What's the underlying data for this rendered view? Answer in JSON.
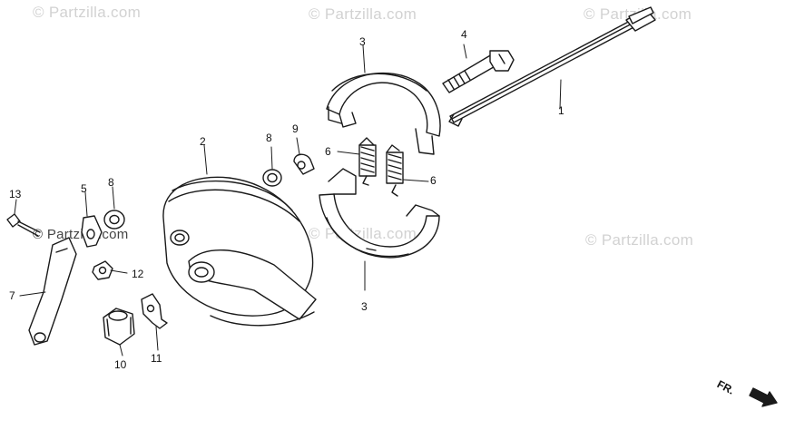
{
  "watermark": "© Partzilla.com",
  "watermark_text": "© Partzilla.com",
  "direction_label": "FR.",
  "callouts": {
    "c1": "1",
    "c2": "2",
    "c3a": "3",
    "c3b": "3",
    "c4": "4",
    "c5": "5",
    "c6a": "6",
    "c6b": "6",
    "c7": "7",
    "c8a": "8",
    "c8b": "8",
    "c9": "9",
    "c10": "10",
    "c11": "11",
    "c12": "12",
    "c13": "13"
  },
  "colors": {
    "line": "#1a1a1a",
    "watermark": "#d2d2d2"
  }
}
